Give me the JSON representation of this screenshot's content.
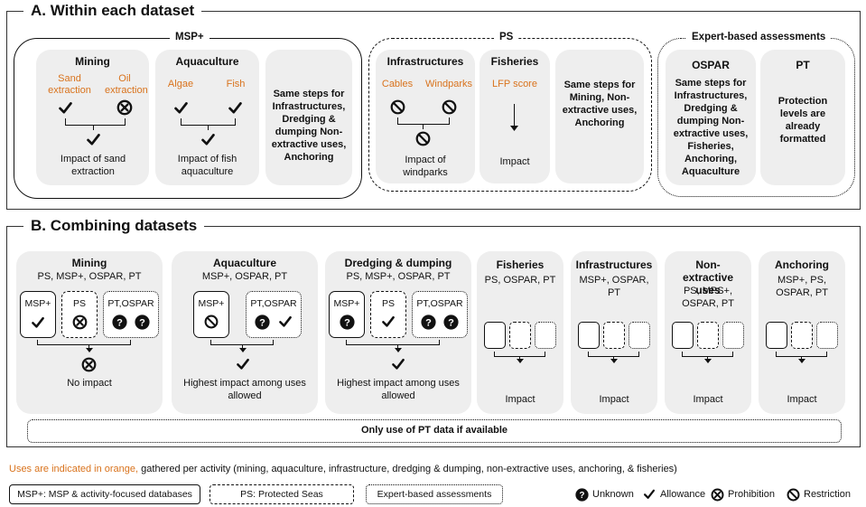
{
  "section_a": {
    "title": "A. Within each dataset",
    "msp": {
      "title": "MSP+",
      "mining": {
        "title": "Mining",
        "use1": "Sand extraction",
        "use2": "Oil extraction",
        "result": "Impact of sand extraction"
      },
      "aquaculture": {
        "title": "Aquaculture",
        "use1": "Algae",
        "use2": "Fish",
        "result": "Impact of fish aquaculture"
      },
      "same_steps": "Same steps for Infrastructures, Dredging & dumping Non-extractive uses, Anchoring"
    },
    "ps": {
      "title": "PS",
      "infrastructures": {
        "title": "Infrastructures",
        "use1": "Cables",
        "use2": "Windparks",
        "result": "Impact of windparks"
      },
      "fisheries": {
        "title": "Fisheries",
        "use1": "LFP score",
        "result": "Impact"
      },
      "same_steps": "Same steps for Mining, Non-extractive uses, Anchoring"
    },
    "expert": {
      "title": "Expert-based assessments",
      "ospar": {
        "title": "OSPAR",
        "text": "Same steps for Infrastructures, Dredging & dumping Non-extractive uses, Fisheries, Anchoring, Aquaculture"
      },
      "pt": {
        "title": "PT",
        "text": "Protection levels are already formatted"
      }
    }
  },
  "section_b": {
    "title": "B. Combining datasets",
    "cards": [
      {
        "title": "Mining",
        "sources": "PS, MSP+, OSPAR, PT",
        "box1": "MSP+",
        "box2": "PS",
        "box3": "PT,OSPAR",
        "result": "No impact"
      },
      {
        "title": "Aquaculture",
        "sources": "MSP+, OSPAR, PT",
        "box1": "MSP+",
        "box3": "PT,OSPAR",
        "result": "Highest impact among uses allowed"
      },
      {
        "title": "Dredging & dumping",
        "sources": "PS, MSP+, OSPAR, PT",
        "box1": "MSP+",
        "box2": "PS",
        "box3": "PT,OSPAR",
        "result": "Highest impact among uses allowed"
      },
      {
        "title": "Fisheries",
        "sources": "PS, OSPAR, PT",
        "result": "Impact"
      },
      {
        "title": "Infrastructures",
        "sources": "MSP+, OSPAR, PT",
        "result": "Impact"
      },
      {
        "title": "Non-extractive uses",
        "sources": "PS, MPS+, OSPAR, PT",
        "result": "Impact"
      },
      {
        "title": "Anchoring",
        "sources": "MSP+, PS, OSPAR, PT",
        "result": "Impact"
      }
    ],
    "pt_note": "Only use of PT data if available"
  },
  "footer": {
    "orange_text": "Uses are indicated in orange,",
    "rest_text": " gathered per activity (mining, aquaculture, infrastructure, dredging & dumping, non-extractive uses, anchoring, & fisheries)",
    "legend_msp": "MSP+: MSP & activity-focused databases",
    "legend_ps": "PS: Protected Seas",
    "legend_expert": "Expert-based assessments",
    "legend_unknown": "Unknown",
    "legend_allowance": "Allowance",
    "legend_prohibition": "Prohibition",
    "legend_restriction": "Restriction"
  },
  "colors": {
    "use_orange": "#d9731d",
    "card_grey": "#eeeeee"
  },
  "icons": [
    "check-icon",
    "prohibition-icon",
    "restriction-icon",
    "unknown-icon",
    "arrow-down-icon"
  ]
}
